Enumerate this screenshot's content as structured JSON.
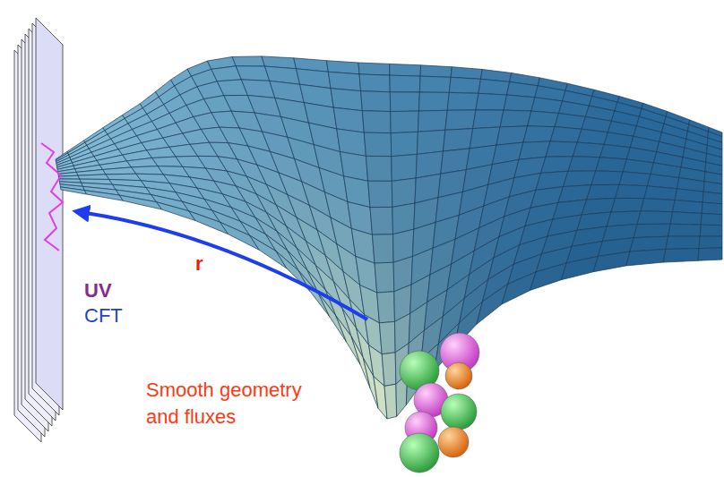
{
  "diagram": {
    "labels": [
      "UV",
      "CFT",
      "r",
      "Smooth geometry and fluxes"
    ]
  }
}
